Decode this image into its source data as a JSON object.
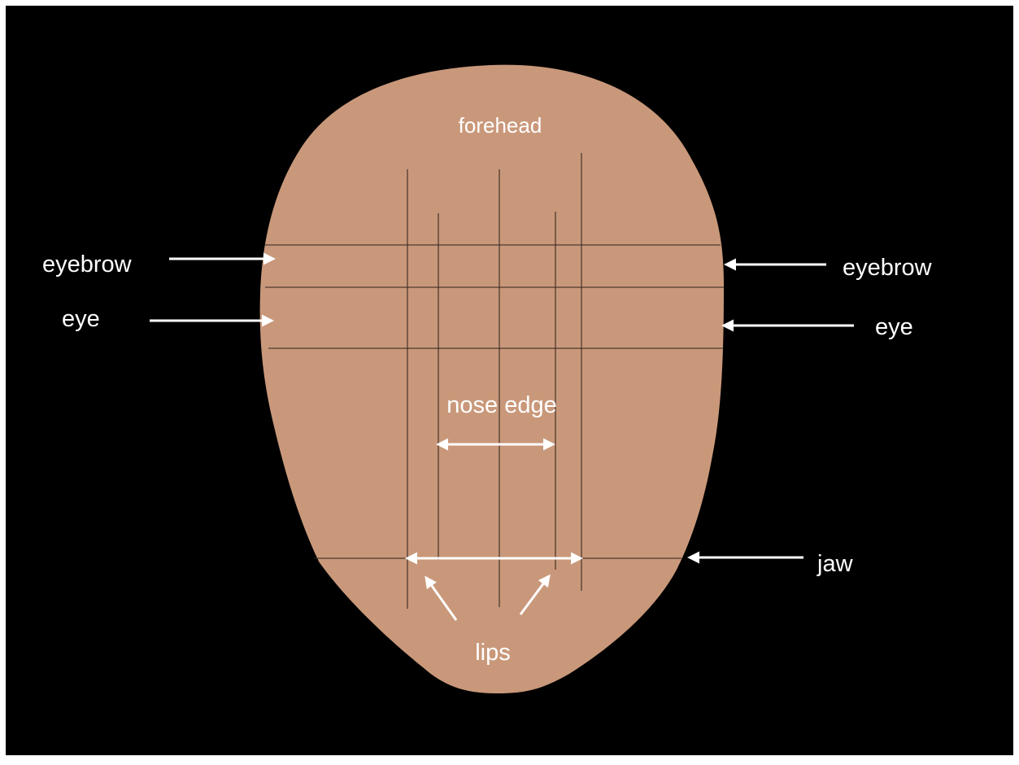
{
  "colors": {
    "background": "#000000",
    "frame": "#ffffff",
    "skin": "#c9987a",
    "guide_line": "#3a2a22",
    "label": "#ffffff",
    "arrow": "#ffffff"
  },
  "labels": {
    "forehead": "forehead",
    "eyebrow_left": "eyebrow",
    "eyebrow_right": "eyebrow",
    "eye_left": "eye",
    "eye_right": "eye",
    "nose_edge": "nose edge",
    "jaw": "jaw",
    "lips": "lips"
  }
}
